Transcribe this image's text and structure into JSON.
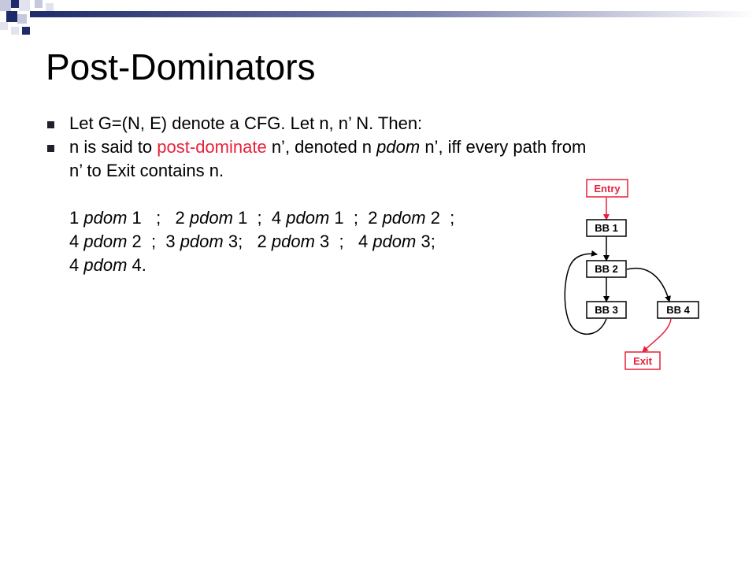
{
  "slide": {
    "title": "Post-Dominators",
    "bullets": {
      "b1": "Let G=(N, E) denote a CFG. Let n, n’  N. Then:",
      "b2_part1": "n is said to ",
      "b2_highlight": "post-dominate",
      "b2_part2": " n’, denoted n ",
      "b2_pdom": "pdom",
      "b2_part3": "  n’, iff every path from",
      "b2_line2": "n’ to Exit contains n."
    },
    "relations": {
      "line1": [
        {
          "pre": "1 ",
          "op": "pdom",
          "post": " 1   ;   "
        },
        {
          "pre": "2 ",
          "op": "pdom",
          "post": " 1  ;  "
        },
        {
          "pre": "4 ",
          "op": "pdom",
          "post": " 1  ;  "
        },
        {
          "pre": "2 ",
          "op": "pdom",
          "post": " 2  ;"
        }
      ],
      "line2": [
        {
          "pre": "4 ",
          "op": "pdom",
          "post": " 2  ;  "
        },
        {
          "pre": "3 ",
          "op": "pdom",
          "post": " 3;   "
        },
        {
          "pre": "2 ",
          "op": "pdom",
          "post": " 3  ;   "
        },
        {
          "pre": "4 ",
          "op": "pdom",
          "post": " 3;"
        }
      ],
      "line3": [
        {
          "pre": "4 ",
          "op": "pdom",
          "post": " 4."
        }
      ]
    }
  },
  "cfg": {
    "nodes": {
      "entry": "Entry",
      "bb1": "BB 1",
      "bb2": "BB 2",
      "bb3": "BB 3",
      "bb4": "BB 4",
      "exit": "Exit"
    },
    "colors": {
      "entry_exit": "#e8213a",
      "block": "#000000"
    }
  },
  "theme": {
    "accent": "#e8213a",
    "header_navy": "#1f2a6b"
  }
}
